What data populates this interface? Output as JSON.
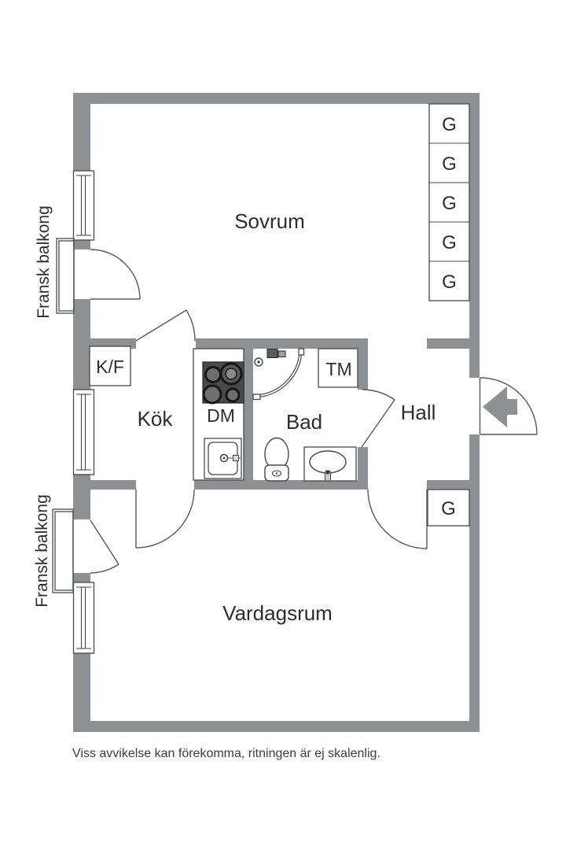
{
  "floorplan": {
    "rooms": {
      "bedroom": "Sovrum",
      "kitchen": "Kök",
      "bathroom": "Bad",
      "hall": "Hall",
      "living_room": "Vardagsrum"
    },
    "fixtures": {
      "fridge_freezer": "K/F",
      "dishwasher": "DM",
      "washing_machine": "TM",
      "wardrobe": "G"
    },
    "balcony_label": "Fransk balkong",
    "disclaimer": "Viss avvikelse kan förekomma, ritningen är ej skalenlig.",
    "colors": {
      "wall": "#8d9194",
      "outline": "#46494c",
      "door_line": "#55585b",
      "stove": "#4a4a4a",
      "label": "#2d2d2d",
      "background": "#ffffff"
    }
  }
}
